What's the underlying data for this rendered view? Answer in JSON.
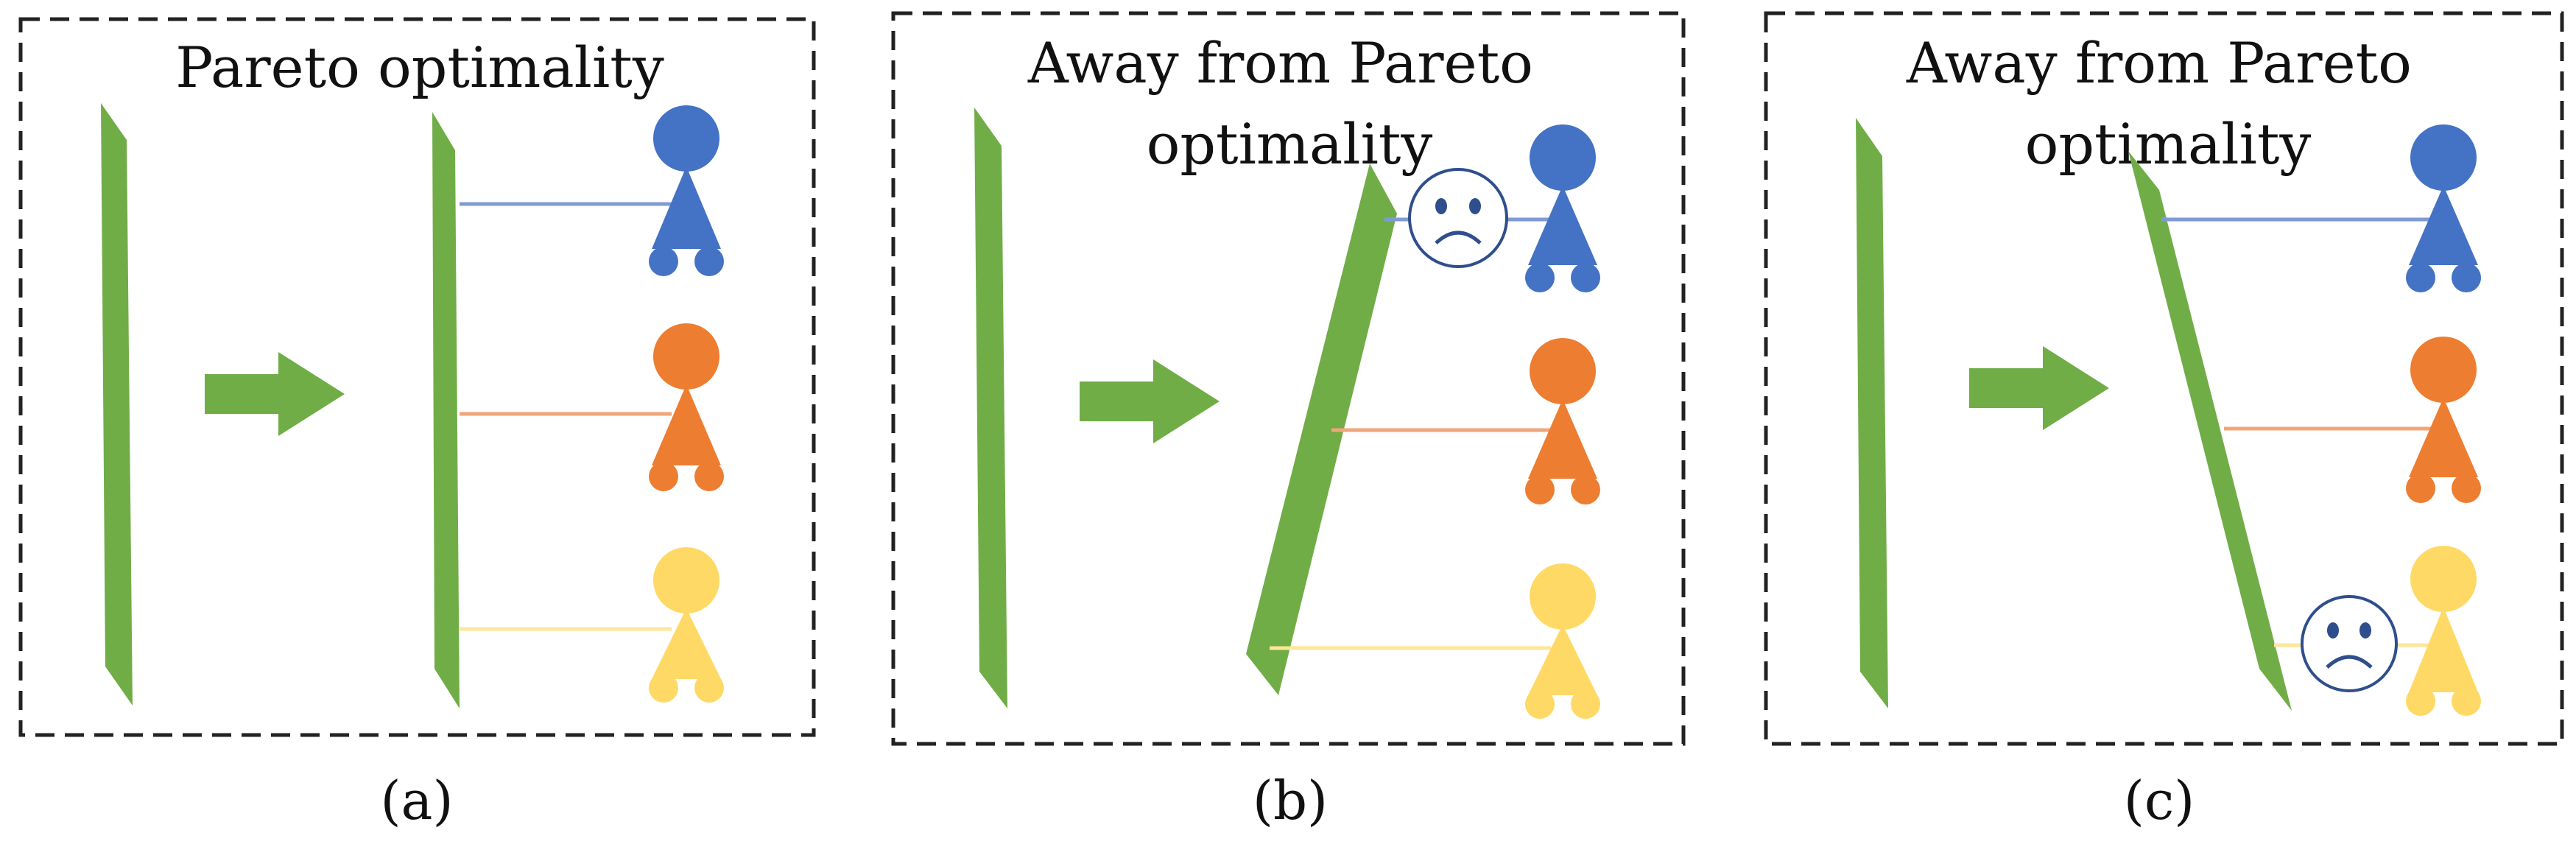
{
  "panels": [
    {
      "id": "a",
      "title_lines": [
        "Pareto optimality"
      ],
      "caption": "(a)",
      "sad_person": null
    },
    {
      "id": "b",
      "title_lines": [
        "Away from Pareto",
        "optimality"
      ],
      "caption": "(b)",
      "sad_person": "blue"
    },
    {
      "id": "c",
      "title_lines": [
        "Away from Pareto",
        "optimality"
      ],
      "caption": "(c)",
      "sad_person": "yellow"
    }
  ],
  "people_colors": [
    "#4472C4",
    "#ED7D31",
    "#FFD966"
  ],
  "line_colors": [
    "#7F9BD6",
    "#F1A57A",
    "#FFE699"
  ],
  "plane_color": "#70AD47",
  "arrow_color": "#70AD47",
  "sad_face_color": "#2F4E8C"
}
